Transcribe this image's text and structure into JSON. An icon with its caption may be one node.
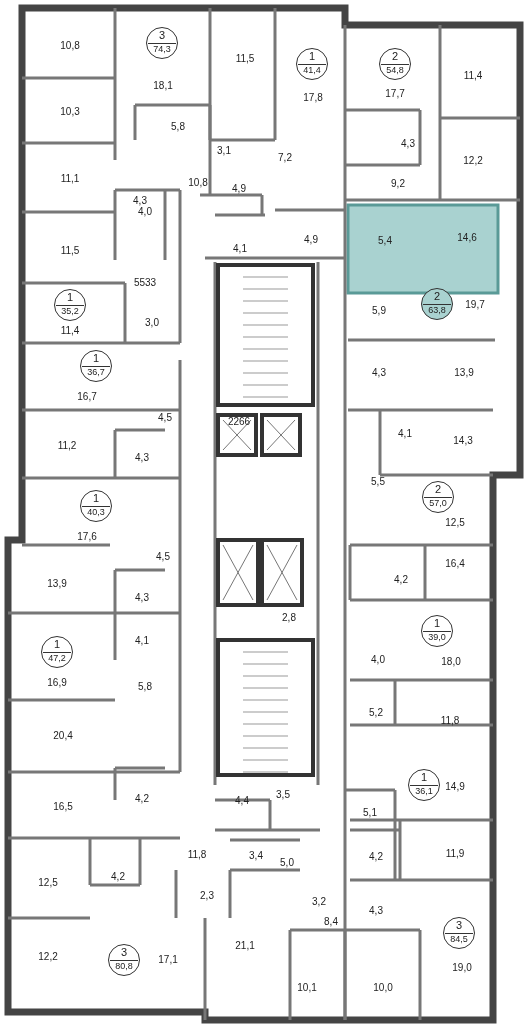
{
  "diagram": {
    "nodes": [
      {
        "text": [
          "3",
          "74,3"
        ]
      },
      {
        "text": [
          "1",
          "41,4"
        ]
      },
      {
        "text": [
          "2",
          "54,8"
        ]
      },
      {
        "text": [
          "1",
          "35,2"
        ]
      },
      {
        "text": [
          "2",
          "63,8"
        ]
      },
      {
        "text": [
          "1",
          "36,7"
        ]
      },
      {
        "text": [
          "2",
          "57,0"
        ]
      },
      {
        "text": [
          "1",
          "40,3"
        ]
      },
      {
        "text": [
          "1",
          "39,0"
        ]
      },
      {
        "text": [
          "1",
          "47,2"
        ]
      },
      {
        "text": [
          "1",
          "36,1"
        ]
      },
      {
        "text": [
          "3",
          "84,5"
        ]
      },
      {
        "text": [
          "3",
          "80,8"
        ]
      }
    ],
    "labels": [
      "10,8",
      "18,1",
      "11,5",
      "17,8",
      "17,7",
      "11,4",
      "10,3",
      "5,8",
      "3,1",
      "4,3",
      "7,2",
      "12,2",
      "11,1",
      "4,3",
      "10,8",
      "4,9",
      "9,2",
      "4,0",
      "4,1",
      "4,9",
      "5,4",
      "14,6",
      "11,5",
      "5533",
      "19,7",
      "11,4",
      "3,0",
      "5,9",
      "4,3",
      "13,9",
      "16,7",
      "4,5",
      "2266",
      "4,1",
      "14,3",
      "11,2",
      "4,3",
      "5,5",
      "12,5",
      "17,6",
      "4,5",
      "16,4",
      "13,9",
      "4,3",
      "4,2",
      "2,8",
      "4,1",
      "4,0",
      "18,0",
      "16,9",
      "5,8",
      "5,2",
      "11,8",
      "20,4",
      "16,5",
      "4,2",
      "4,4",
      "3,5",
      "14,9",
      "5,1",
      "11,8",
      "3,4",
      "12,5",
      "4,2",
      "5,0",
      "4,2",
      "11,9",
      "2,3",
      "3,2",
      "4,3",
      "8,4",
      "21,1",
      "12,2",
      "17,1",
      "19,0",
      "10,1",
      "10,0"
    ]
  }
}
